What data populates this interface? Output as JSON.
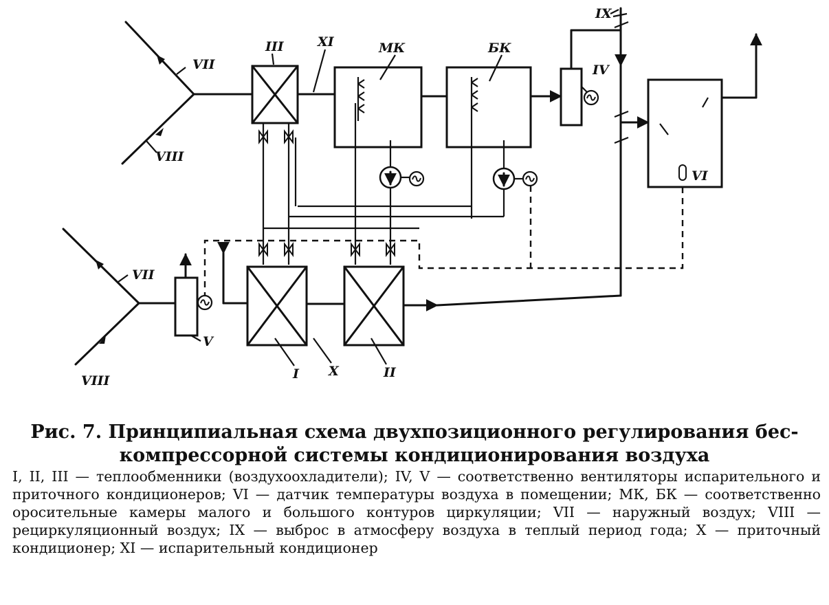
{
  "labels": {
    "iii": "III",
    "xi": "XI",
    "mk": "МК",
    "bk": "БК",
    "ix": "IX",
    "iv": "IV",
    "vi": "VI",
    "vii_top": "VII",
    "viii_top": "VIII",
    "vii_bottom": "VII",
    "viii_bottom": "VIII",
    "v": "V",
    "i": "I",
    "x": "X",
    "ii": "II"
  },
  "caption": {
    "title_line1": "Рис. 7. Принципиальная схема двухпозиционного регулирования бес-",
    "title_line2": "компрессорной системы кондиционирования воздуха",
    "legend": "I, II, III — теплообменники (воздухоохладители); IV, V — соответственно вентиляторы испарительного и приточного кондиционеров; VI — датчик температуры воздуха в помещении; МК, БК — соответственно оросительные камеры малого и большого контуров циркуляции; VII — наружный воздух; VIII — рециркуляционный воздух; IX — выброс в атмосферу воздуха в теплый период года; X — приточный кондиционер; XI — испарительный кондиционер"
  },
  "icons": [
    "motor-icon",
    "pump-icon",
    "valve-icon",
    "temperature-sensor-icon",
    "nozzle-icon",
    "damper-icon"
  ]
}
